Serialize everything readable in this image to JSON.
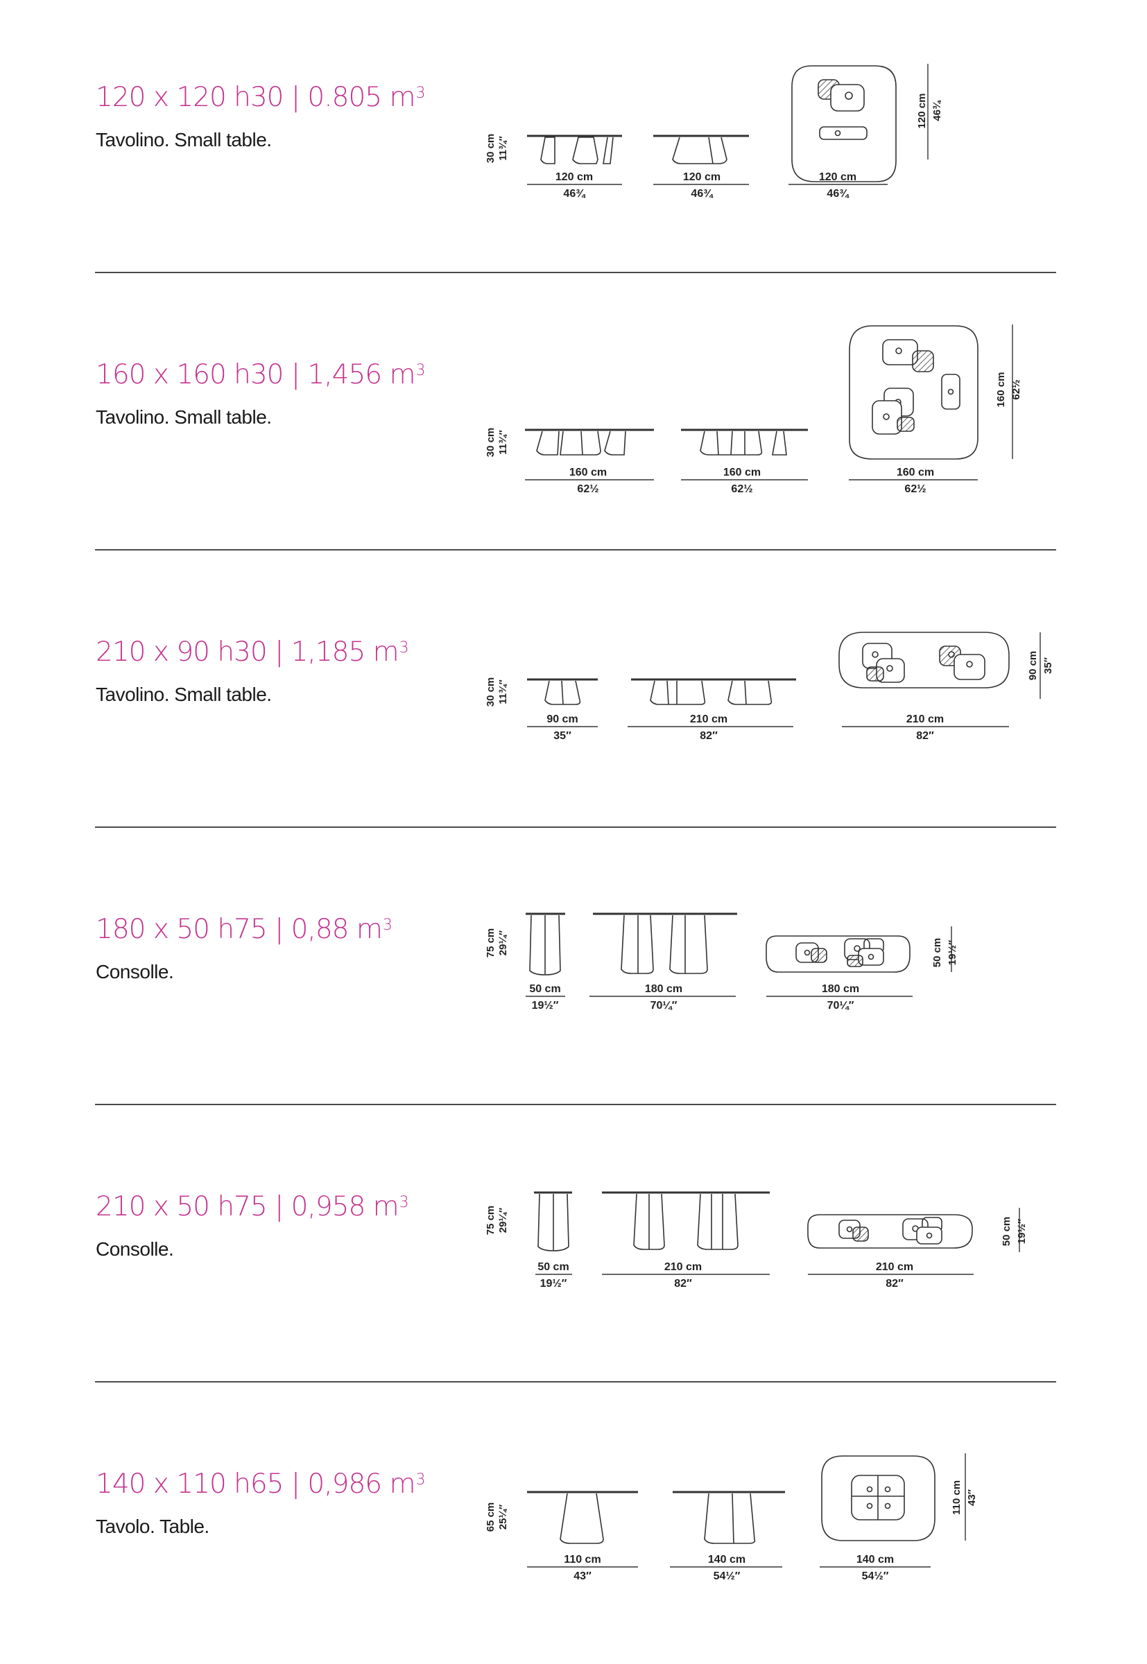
{
  "colors": {
    "accent": "#c4348f",
    "line": "#4a4a4a",
    "text": "#1a1a1a"
  },
  "products": [
    {
      "size": "120 x 120 h30 | 0.805 m",
      "sup": "3",
      "description": "Tavolino. Small table.",
      "height": {
        "cm": "30 cm",
        "in": "11¾″"
      },
      "widths": [
        {
          "cm": "120 cm",
          "in": "46¾"
        },
        {
          "cm": "120 cm",
          "in": "46¾"
        },
        {
          "cm": "120 cm",
          "in": "46¾"
        }
      ],
      "depth": {
        "cm": "120 cm",
        "in": "46¾"
      }
    },
    {
      "size": "160 x 160 h30 | 1,456 m",
      "sup": "3",
      "description": "Tavolino. Small table.",
      "height": {
        "cm": "30 cm",
        "in": "11¾″"
      },
      "widths": [
        {
          "cm": "160 cm",
          "in": "62½"
        },
        {
          "cm": "160 cm",
          "in": "62½"
        },
        {
          "cm": "160 cm",
          "in": "62½"
        }
      ],
      "depth": {
        "cm": "160 cm",
        "in": "62½"
      }
    },
    {
      "size": "210 x 90 h30 | 1,185 m",
      "sup": "3",
      "description": "Tavolino. Small table.",
      "height": {
        "cm": "30 cm",
        "in": "11¾″"
      },
      "widths": [
        {
          "cm": "90 cm",
          "in": "35″"
        },
        {
          "cm": "210 cm",
          "in": "82″"
        },
        {
          "cm": "210 cm",
          "in": "82″"
        }
      ],
      "depth": {
        "cm": "90 cm",
        "in": "35″"
      }
    },
    {
      "size": "180 x 50 h75 | 0,88  m",
      "sup": "3",
      "description": "Consolle.",
      "height": {
        "cm": "75 cm",
        "in": "29¼″"
      },
      "widths": [
        {
          "cm": "50 cm",
          "in": "19½″"
        },
        {
          "cm": "180 cm",
          "in": "70¼″"
        },
        {
          "cm": "180 cm",
          "in": "70¼″"
        }
      ],
      "depth": {
        "cm": "50 cm",
        "in": "19½″"
      }
    },
    {
      "size": "210 x 50 h75 | 0,958 m",
      "sup": "3",
      "description": "Consolle.",
      "height": {
        "cm": "75 cm",
        "in": "29¼″"
      },
      "widths": [
        {
          "cm": "50 cm",
          "in": "19½″"
        },
        {
          "cm": "210 cm",
          "in": "82″"
        },
        {
          "cm": "210 cm",
          "in": "82″"
        }
      ],
      "depth": {
        "cm": "50 cm",
        "in": "19½″"
      }
    },
    {
      "size": "140 x 110 h65 | 0,986 m",
      "sup": "3",
      "description": "Tavolo. Table.",
      "height": {
        "cm": "65 cm",
        "in": "25¼″"
      },
      "widths": [
        {
          "cm": "110 cm",
          "in": "43″"
        },
        {
          "cm": "140 cm",
          "in": "54½″"
        },
        {
          "cm": "140 cm",
          "in": "54½″"
        }
      ],
      "depth": {
        "cm": "110 cm",
        "in": "43″"
      }
    }
  ]
}
